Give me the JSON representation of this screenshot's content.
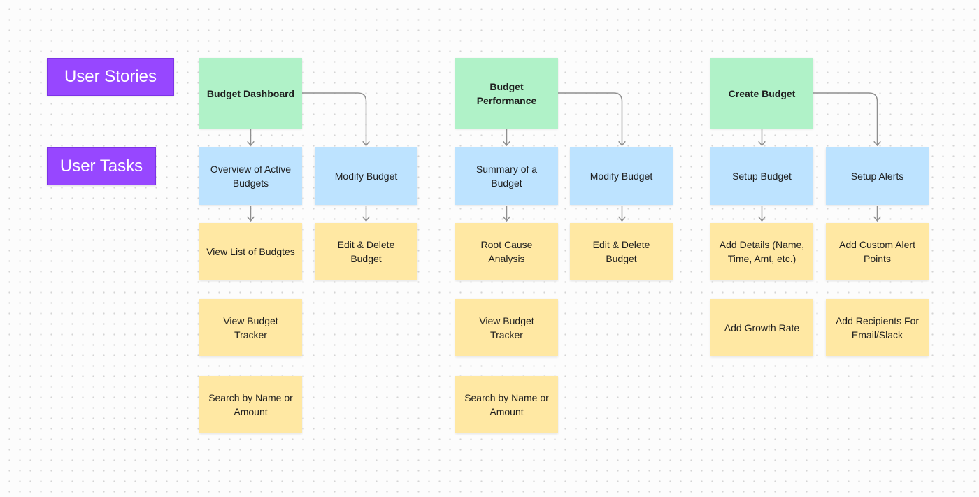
{
  "legend": {
    "stories_label": "User Stories",
    "tasks_label": "User Tasks"
  },
  "colors": {
    "label_purple": "#9747ff",
    "story_green": "#b0f2c8",
    "task_blue": "#bde3ff",
    "detail_yellow": "#ffe8a3",
    "connector_gray": "#8f8f8f"
  },
  "columns": [
    {
      "story": "Budget Dashboard",
      "tasks": [
        {
          "label": "Overview of Active Budgets",
          "details": [
            "View List of Budgtes",
            "View Budget Tracker",
            "Search by Name or Amount"
          ]
        },
        {
          "label": "Modify Budget",
          "details": [
            "Edit & Delete Budget"
          ]
        }
      ]
    },
    {
      "story": "Budget Performance",
      "tasks": [
        {
          "label": "Summary of a Budget",
          "details": [
            "Root Cause Analysis",
            "View Budget Tracker",
            "Search by Name or Amount"
          ]
        },
        {
          "label": "Modify Budget",
          "details": [
            "Edit & Delete Budget"
          ]
        }
      ]
    },
    {
      "story": "Create Budget",
      "tasks": [
        {
          "label": "Setup Budget",
          "details": [
            "Add Details (Name, Time, Amt, etc.)",
            "Add Growth Rate"
          ]
        },
        {
          "label": "Setup Alerts",
          "details": [
            "Add Custom Alert Points",
            "Add Recipients For Email/Slack"
          ]
        }
      ]
    }
  ]
}
